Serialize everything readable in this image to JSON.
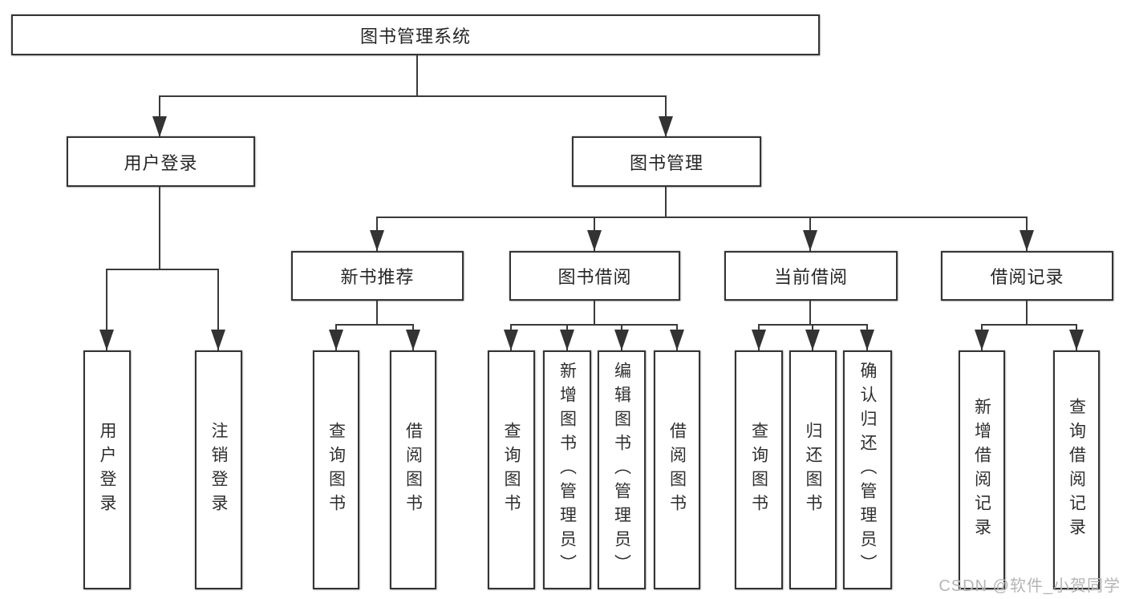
{
  "tree": {
    "root": {
      "label": "图书管理系统"
    },
    "branches": [
      {
        "label": "用户登录",
        "children": [
          {
            "label": "用户登录"
          },
          {
            "label": "注销登录"
          }
        ]
      },
      {
        "label": "图书管理",
        "groups": [
          {
            "label": "新书推荐",
            "children": [
              {
                "label": "查询图书"
              },
              {
                "label": "借阅图书"
              }
            ]
          },
          {
            "label": "图书借阅",
            "children": [
              {
                "label": "查询图书"
              },
              {
                "label": "新增图书（管理员）"
              },
              {
                "label": "编辑图书（管理员）"
              },
              {
                "label": "借阅图书"
              }
            ]
          },
          {
            "label": "当前借阅",
            "children": [
              {
                "label": "查询图书"
              },
              {
                "label": "归还图书"
              },
              {
                "label": "确认归还（管理员）"
              }
            ]
          },
          {
            "label": "借阅记录",
            "children": [
              {
                "label": "新增借阅记录"
              },
              {
                "label": "查询借阅记录"
              }
            ]
          }
        ]
      }
    ]
  },
  "watermark": {
    "text": "CSDN @软件_小贺同学"
  },
  "colors": {
    "line": "#3a3a3a",
    "box_border": "#343434",
    "text": "#262626",
    "watermark": "#b5b5b5",
    "background": "#ffffff"
  }
}
